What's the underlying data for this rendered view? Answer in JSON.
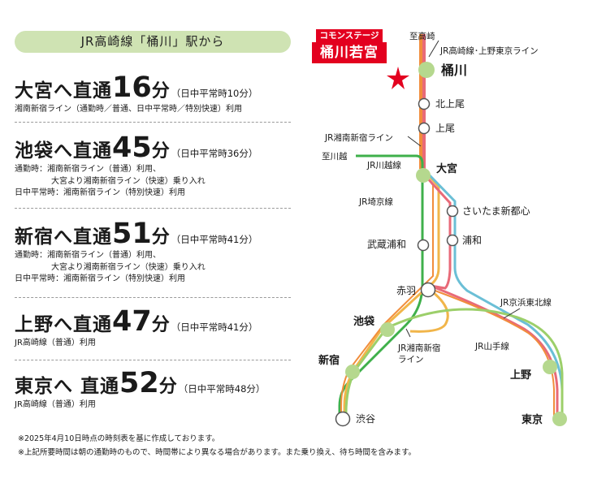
{
  "header": {
    "title": "JR高崎線「桶川」駅から"
  },
  "routes": [
    {
      "dest": "大宮へ直通",
      "minutes": "16",
      "unit": "分",
      "offpeak": "（日中平常時10分）",
      "details": [
        "湘南新宿ライン（通勤時／普通、日中平常時／特別快速）利用"
      ]
    },
    {
      "dest": "池袋へ直通",
      "minutes": "45",
      "unit": "分",
      "offpeak": "（日中平常時36分）",
      "details": [
        "通勤時：湘南新宿ライン（普通）利用、",
        "大宮より湘南新宿ライン（快速）乗り入れ",
        "日中平常時：湘南新宿ライン（特別快速）利用"
      ]
    },
    {
      "dest": "新宿へ直通",
      "minutes": "51",
      "unit": "分",
      "offpeak": "（日中平常時41分）",
      "details": [
        "通勤時：湘南新宿ライン（普通）利用、",
        "大宮より湘南新宿ライン（快速）乗り入れ",
        "日中平常時：湘南新宿ライン（特別快速）利用"
      ]
    },
    {
      "dest": "上野へ直通",
      "minutes": "47",
      "unit": "分",
      "offpeak": "（日中平常時41分）",
      "details": [
        "JR高崎線（普通）利用"
      ]
    },
    {
      "dest": "東京へ 直通",
      "minutes": "52",
      "unit": "分",
      "offpeak": "（日中平常時48分）",
      "details": [
        "JR高崎線（普通）利用"
      ]
    }
  ],
  "notes": [
    "※2025年4月10日時点の時刻表を基に作成しております。",
    "※上記所要時間は朝の通勤時のもので、時間帯により異なる場合があります。また乗り換え、待ち時間を含みます。"
  ],
  "map": {
    "badge_top": "コモンステージ",
    "badge_main": "桶川若宮",
    "stations": {
      "okegawa": "桶川",
      "kitaageo": "北上尾",
      "ageo": "上尾",
      "omiya": "大宮",
      "saitamashintoshin": "さいたま新都心",
      "urawa": "浦和",
      "musashiurawa": "武蔵浦和",
      "akabane": "赤羽",
      "ikebukuro": "池袋",
      "shinjuku": "新宿",
      "shibuya": "渋谷",
      "ueno": "上野",
      "tokyo": "東京"
    },
    "lines": {
      "to_takasaki": "至高崎",
      "takasaki_ueno_tokyo": "JR高崎線･上野東京ライン",
      "shonan_shinjuku": "JR湘南新宿ライン",
      "to_kawagoe": "至川越",
      "kawagoe": "JR川越線",
      "saikyo": "JR埼京線",
      "keihin_tohoku": "JR京浜東北線",
      "yamanote": "JR山手線",
      "shonan_shinjuku_lower_1": "JR湘南新宿",
      "shonan_shinjuku_lower_2": "ライン"
    },
    "colors": {
      "takasaki": "#f18d3c",
      "shonan": "#f1b54a",
      "saikyo": "#3fb04b",
      "keihin": "#6bbfd6",
      "yamanote": "#9ccf6a",
      "tohoku": "#e86a78",
      "badge": "#e3001f"
    }
  }
}
